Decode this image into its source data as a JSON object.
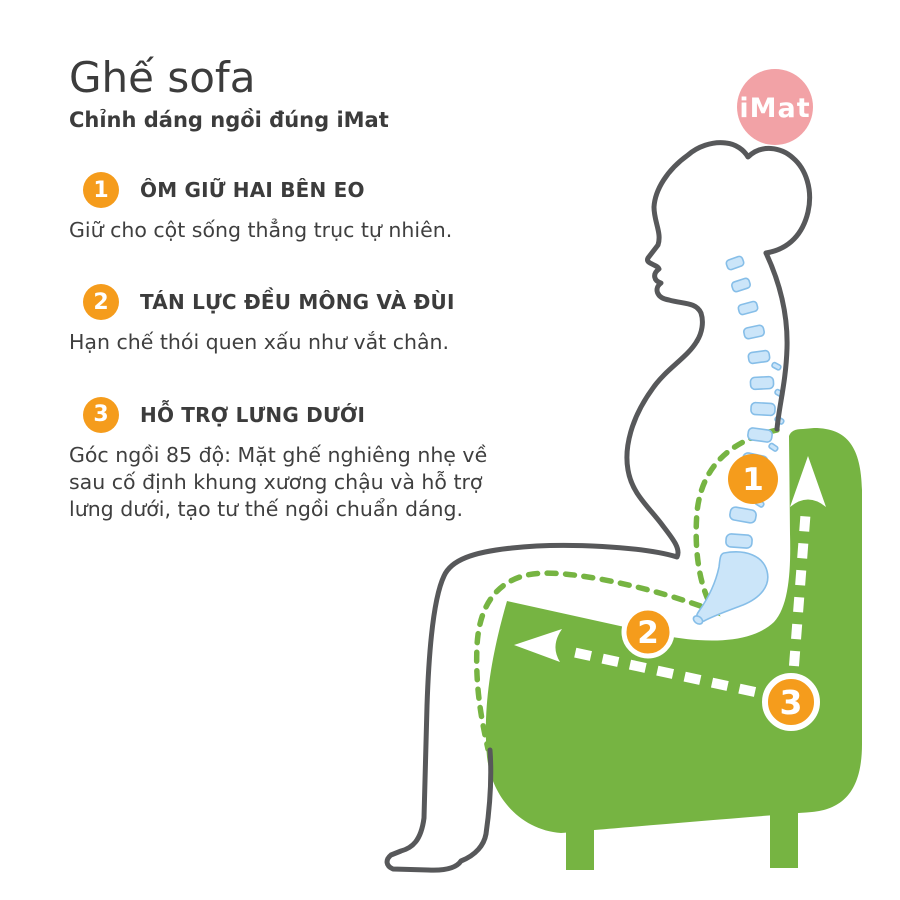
{
  "title": "Ghế sofa",
  "subtitle": "Chỉnh dáng ngồi đúng iMat",
  "logo": {
    "text": "iMat"
  },
  "items": [
    {
      "number": "1",
      "heading": "ÔM GIỮ HAI BÊN EO",
      "body": "Giữ cho cột sống thẳng trục tự nhiên."
    },
    {
      "number": "2",
      "heading": "TÁN LỰC ĐỀU MÔNG VÀ ĐÙI",
      "body": "Hạn chế thói quen xấu như vắt chân."
    },
    {
      "number": "3",
      "heading": "HỖ TRỢ LƯNG DƯỚI",
      "body": "Góc ngồi 85 độ: Mặt ghế nghiêng nhẹ về sau cố định khung xương chậu và hỗ trợ lưng dưới, tạo tư thế ngồi chuẩn dáng."
    }
  ],
  "diagram": {
    "markers": [
      "1",
      "2",
      "3"
    ],
    "seat_angle_note": "85"
  },
  "colors": {
    "sofa_green": "#76B442",
    "accent_orange": "#F59C1C",
    "logo_pink": "#F2A2A6",
    "spine_blue": "#CBE5F9",
    "spine_edge": "#86BEE8",
    "outline_gray": "#57585A",
    "text_dark": "#3C3C3C"
  }
}
